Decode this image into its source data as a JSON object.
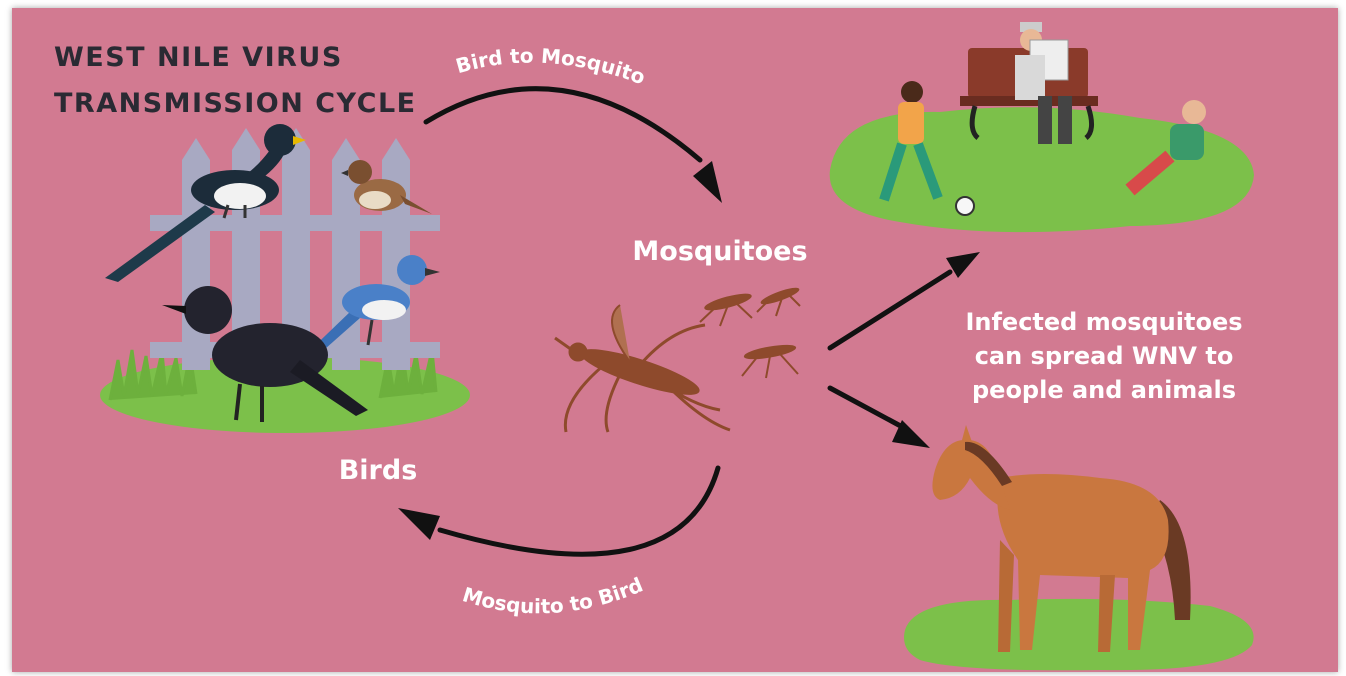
{
  "title": {
    "line1": "WEST NILE VIRUS",
    "line2": "TRANSMISSION CYCLE"
  },
  "labels": {
    "mosquitoes": "Mosquitoes",
    "birds": "Birds",
    "bird_to_mosquito": "Bird to Mosquito",
    "mosquito_to_bird": "Mosquito to Bird",
    "spread_line1": "Infected mosquitoes",
    "spread_line2": "can spread WNV to",
    "spread_line3": "people and animals"
  },
  "colors": {
    "background": "#d27a91",
    "title_text": "#2a2a33",
    "label_text": "#ffffff",
    "arrow": "#111111",
    "grass": "#7cc04a",
    "fence": "#a8a9c2",
    "mosquito": "#8e4a2c",
    "horse": "#c9773f"
  }
}
